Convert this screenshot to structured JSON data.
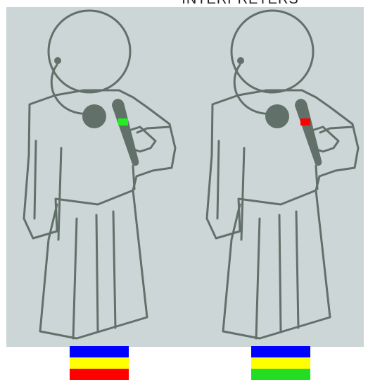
{
  "title": "INTERPRETERS",
  "colors": {
    "background_panel": "#cdd6d7",
    "figure_stroke": "#617069",
    "blue": "#0000ff",
    "yellow": "#ffff00",
    "red": "#ff0000",
    "green": "#22dd22"
  },
  "figures": [
    {
      "name": "interpreter-left",
      "mic_indicator_color": "#22ee22",
      "flag_stripes": [
        "#0000ff",
        "#ffff00",
        "#ff0000"
      ]
    },
    {
      "name": "interpreter-right",
      "mic_indicator_color": "#ff0000",
      "flag_stripes": [
        "#0000ff",
        "#ffff00",
        "#22dd22"
      ]
    }
  ]
}
